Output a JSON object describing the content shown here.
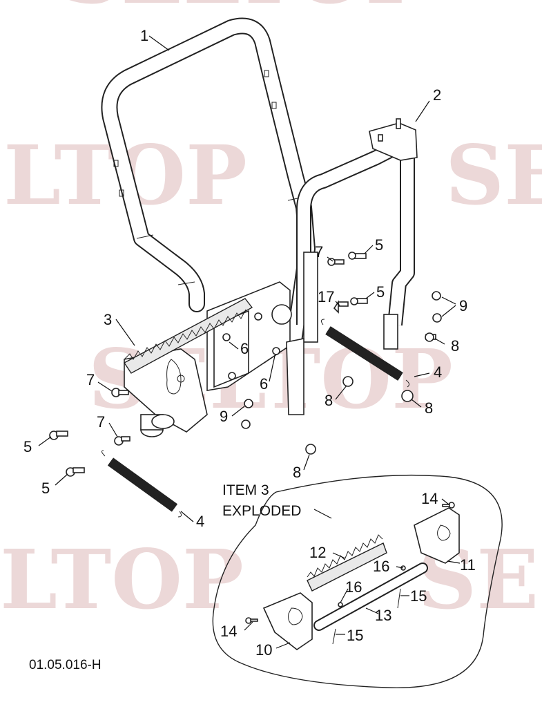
{
  "watermark": "SELTOP",
  "diagram_code": "01.05.016-H",
  "exploded_note": {
    "line1": "ITEM 3",
    "line2": "EXPLODED"
  },
  "callouts": [
    {
      "id": "c1",
      "label": "1"
    },
    {
      "id": "c2",
      "label": "2"
    },
    {
      "id": "c3",
      "label": "3"
    },
    {
      "id": "c4a",
      "label": "4"
    },
    {
      "id": "c4b",
      "label": "4"
    },
    {
      "id": "c5a",
      "label": "5"
    },
    {
      "id": "c5b",
      "label": "5"
    },
    {
      "id": "c5c",
      "label": "5"
    },
    {
      "id": "c5d",
      "label": "5"
    },
    {
      "id": "c6a",
      "label": "6"
    },
    {
      "id": "c6b",
      "label": "6"
    },
    {
      "id": "c7a",
      "label": "7"
    },
    {
      "id": "c7b",
      "label": "7"
    },
    {
      "id": "c7c",
      "label": "7"
    },
    {
      "id": "c8a",
      "label": "8"
    },
    {
      "id": "c8b",
      "label": "8"
    },
    {
      "id": "c8c",
      "label": "8"
    },
    {
      "id": "c8d",
      "label": "8"
    },
    {
      "id": "c9a",
      "label": "9"
    },
    {
      "id": "c9b",
      "label": "9"
    },
    {
      "id": "c10",
      "label": "10"
    },
    {
      "id": "c11",
      "label": "11"
    },
    {
      "id": "c12",
      "label": "12"
    },
    {
      "id": "c13",
      "label": "13"
    },
    {
      "id": "c14a",
      "label": "14"
    },
    {
      "id": "c14b",
      "label": "14"
    },
    {
      "id": "c15a",
      "label": "15"
    },
    {
      "id": "c15b",
      "label": "15"
    },
    {
      "id": "c16a",
      "label": "16"
    },
    {
      "id": "c16b",
      "label": "16"
    },
    {
      "id": "c17",
      "label": "17"
    }
  ]
}
